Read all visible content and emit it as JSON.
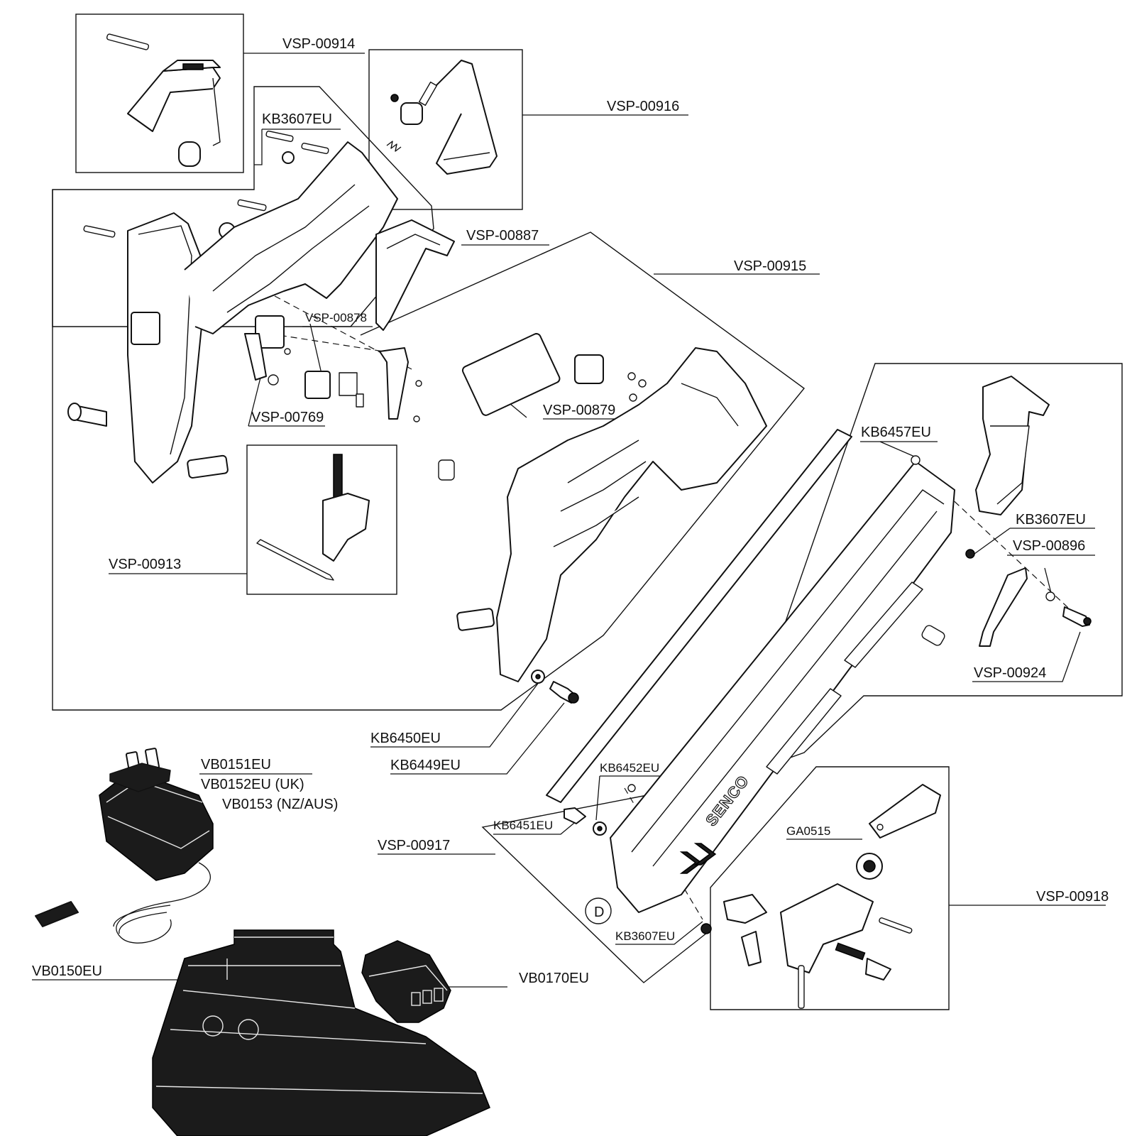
{
  "diagram": {
    "brand_logo_text": "SENCO",
    "marker_text": "D",
    "labels": {
      "vsp00914": "VSP-00914",
      "vsp00916": "VSP-00916",
      "kb3607eu_top": "KB3607EU",
      "vsp00887": "VSP-00887",
      "vsp00915": "VSP-00915",
      "vsp00878": "VSP-00878",
      "vsp00879": "VSP-00879",
      "vsp00769": "VSP-00769",
      "kb6457eu": "KB6457EU",
      "kb3607eu_right": "KB3607EU",
      "vsp00896": "VSP-00896",
      "vsp00913": "VSP-00913",
      "vsp00924": "VSP-00924",
      "kb6450eu": "KB6450EU",
      "kb6449eu": "KB6449EU",
      "vb0151eu": "VB0151EU",
      "vb0152eu": "VB0152EU (UK)",
      "vb0153": "VB0153 (NZ/AUS)",
      "kb6452eu": "KB6452EU",
      "kb6451eu": "KB6451EU",
      "ga0515": "GA0515",
      "vsp00917": "VSP-00917",
      "vsp00918": "VSP-00918",
      "kb3607eu_bottom": "KB3607EU",
      "vb0150eu": "VB0150EU",
      "vb0170eu": "VB0170EU"
    }
  }
}
